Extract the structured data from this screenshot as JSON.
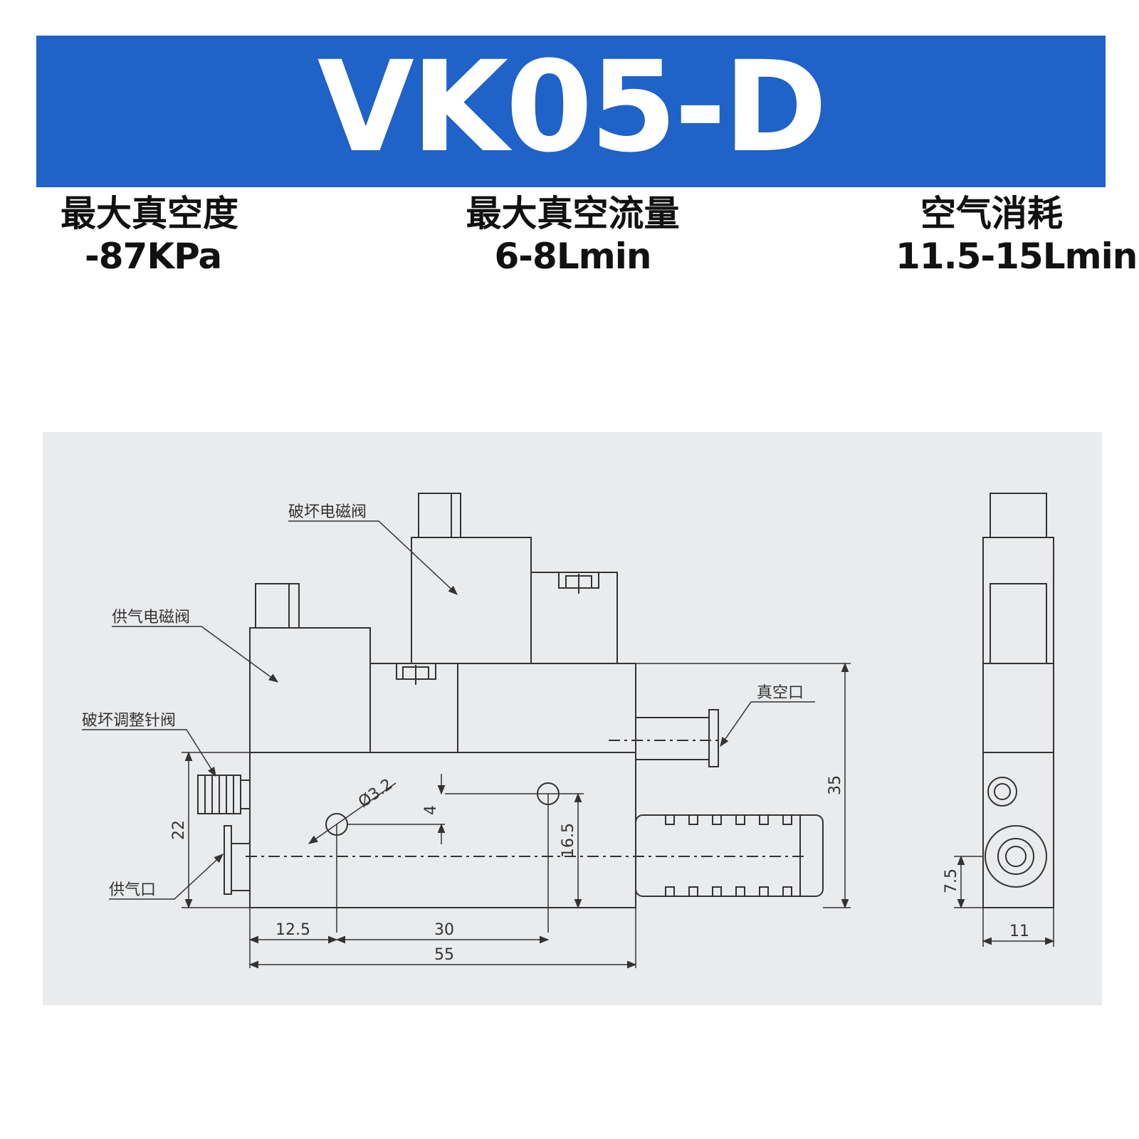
{
  "title": "VK05-D",
  "colors": {
    "banner": "#1f62c8",
    "banner_text": "#ffffff",
    "panel": "#eaebed",
    "line": "#333333"
  },
  "specs": [
    {
      "label": "最大真空度",
      "value": "-87KPa"
    },
    {
      "label": "最大真空流量",
      "value": "6-8Lmin"
    },
    {
      "label": "空气消耗",
      "value": "11.5-15Lmin"
    }
  ],
  "callouts": {
    "break_valve": "破坏电磁阀",
    "supply_valve": "供气电磁阀",
    "needle_valve": "破坏调整针阀",
    "vacuum_port": "真空口",
    "supply_port": "供气口"
  },
  "dimensions": {
    "hole": "Ø3.2",
    "d4": "4",
    "d16_5": "16.5",
    "d22": "22",
    "d35": "35",
    "d12_5": "12.5",
    "d30": "30",
    "d55": "55",
    "d7_5": "7.5",
    "d11": "11"
  }
}
